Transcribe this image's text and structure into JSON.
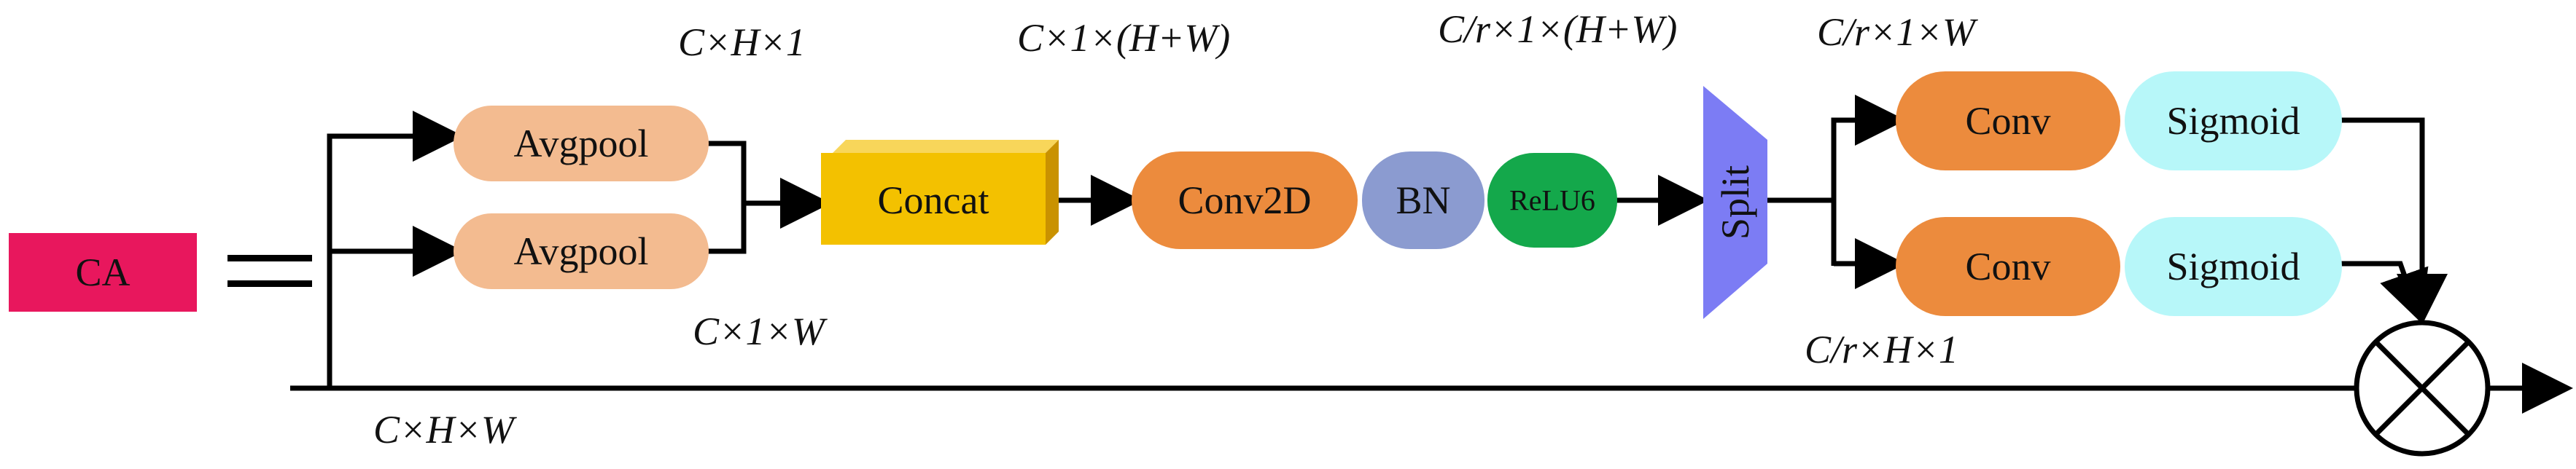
{
  "diagram": {
    "nodes": {
      "ca": {
        "label": "CA",
        "color": "#E8175D"
      },
      "avgpool_top": {
        "label": "Avgpool",
        "color": "#F3BB90"
      },
      "avgpool_bottom": {
        "label": "Avgpool",
        "color": "#F3BB90"
      },
      "concat": {
        "label": "Concat",
        "color": "#F3C100"
      },
      "conv2d": {
        "label": "Conv2D",
        "color": "#EC8B3D"
      },
      "bn": {
        "label": "BN",
        "color": "#8B9BD0"
      },
      "relu6": {
        "label": "ReLU6",
        "color": "#14A84B"
      },
      "split": {
        "label": "Split",
        "color": "#7C7CF4"
      },
      "conv_top": {
        "label": "Conv",
        "color": "#EC8B3D"
      },
      "sigmoid_top": {
        "label": "Sigmoid",
        "color": "#B7F7F9"
      },
      "conv_bottom": {
        "label": "Conv",
        "color": "#EC8B3D"
      },
      "sigmoid_bottom": {
        "label": "Sigmoid",
        "color": "#B7F7F9"
      },
      "multiply": {
        "label": "",
        "symbol": "circled-times"
      }
    },
    "dimensions": {
      "avgpool_h": "C×H×1",
      "avgpool_w": "C×1×W",
      "concat_out": "C×1×(H+W)",
      "relu_out": "C/r×1×(H+W)",
      "split_w": "C/r×1×W",
      "split_h": "C/r×H×1",
      "input": "C×H×W"
    }
  }
}
